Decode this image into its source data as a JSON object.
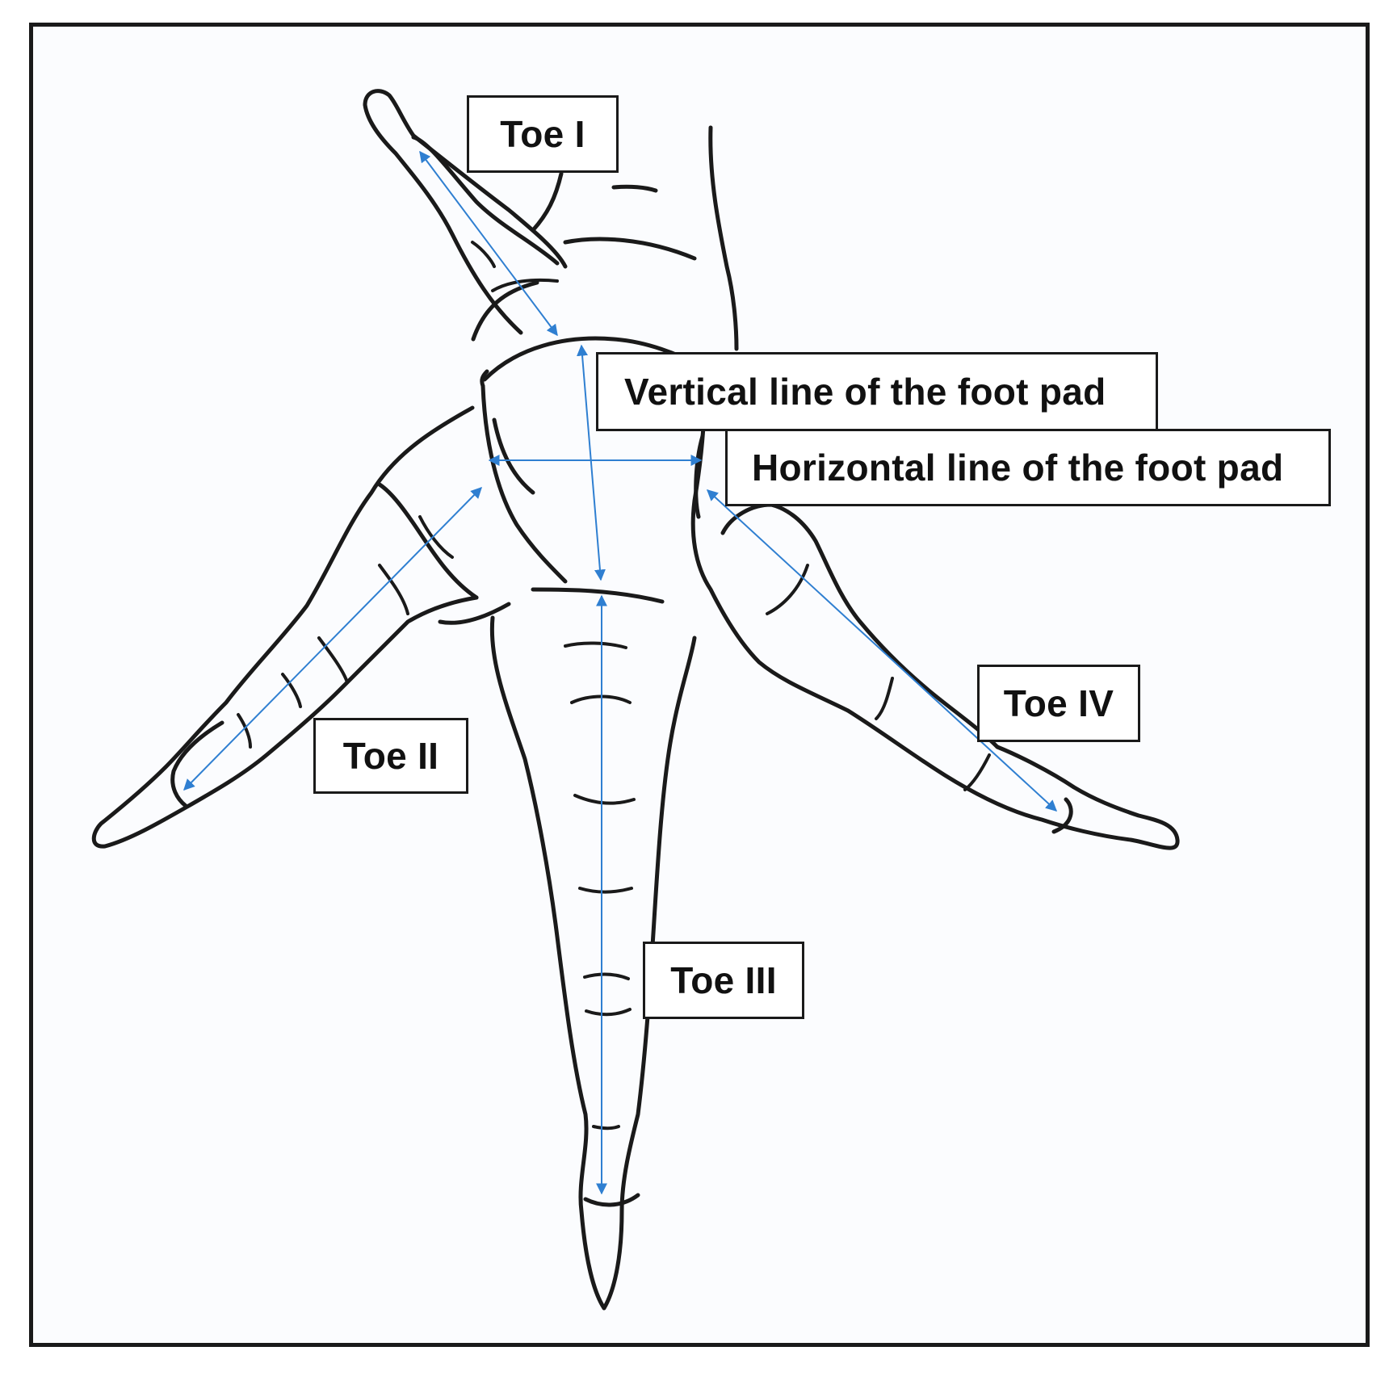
{
  "labels": {
    "toe_i": "Toe I",
    "toe_ii": "Toe II",
    "toe_iii": "Toe III",
    "toe_iv": "Toe IV",
    "vertical_line": "Vertical line of the foot pad",
    "horizontal_line": "Horizontal line of the foot pad"
  },
  "colors": {
    "outline": "#1a1a1a",
    "measurement_arrow": "#2f7fd1",
    "background": "#fbfcfe"
  }
}
